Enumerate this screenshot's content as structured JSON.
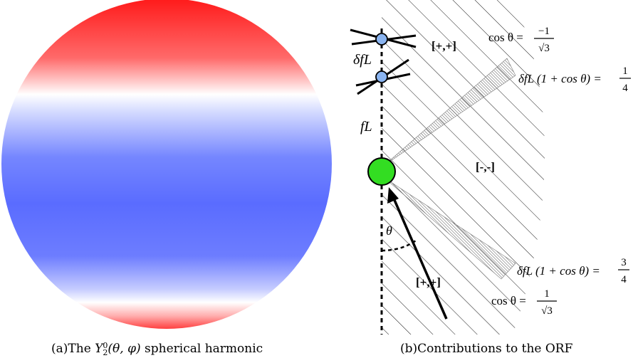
{
  "figure": {
    "panel_a": {
      "caption_prefix": "(a)The",
      "caption_symbol": "Y",
      "caption_sup": "0",
      "caption_sub": "2",
      "caption_args": "(θ, φ)",
      "caption_suffix": "spherical harmonic",
      "colors": {
        "positive": "#ff2020",
        "zero": "#ffffff",
        "negative": "#5a6cff"
      }
    },
    "panel_b": {
      "caption": "(b)Contributions to the ORF",
      "labels": {
        "region_upper": "[+,+]",
        "region_middle": "[-,-]",
        "region_lower": "[+,+]",
        "delta_fL": "δfL",
        "fL": "fL",
        "theta": "θ",
        "cos_upper_lhs": "cos θ =",
        "cos_upper_num": "−1",
        "cos_upper_den": "√3",
        "cos_lower_lhs": "cos θ =",
        "cos_lower_num": "1",
        "cos_lower_den": "√3",
        "eq_upper_lhs": "δfL (1 + cos θ) =",
        "eq_upper_num": "1",
        "eq_upper_den": "4",
        "eq_lower_lhs": "δfL (1 + cos θ) =",
        "eq_lower_num": "3",
        "eq_lower_den": "4"
      },
      "colors": {
        "detector": "#33dd22",
        "satellite": "#8ab4f0",
        "hatch": "#000000"
      }
    }
  }
}
